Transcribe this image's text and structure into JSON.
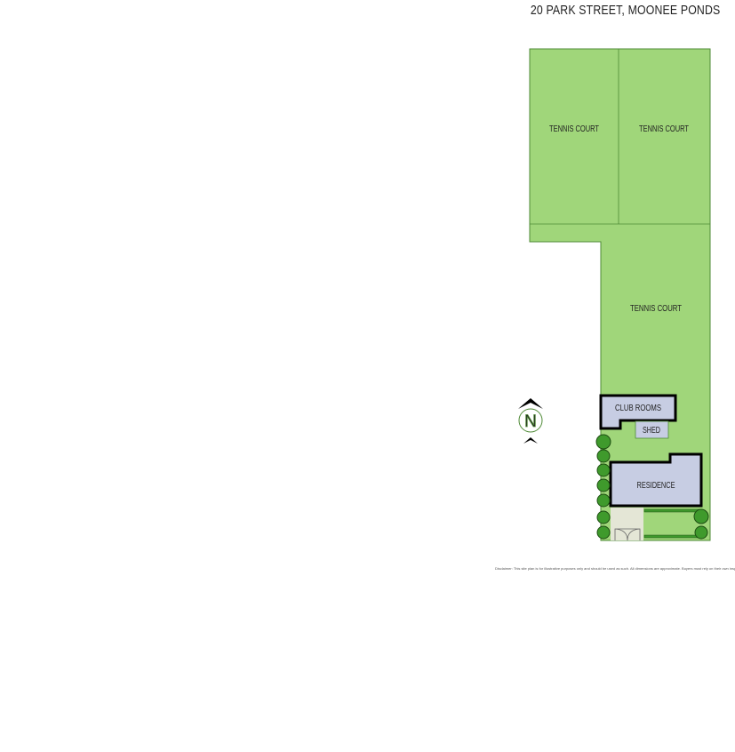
{
  "title": "20 PARK STREET, MOONEE PONDS",
  "labels": {
    "court1": "TENNIS COURT",
    "court2": "TENNIS COURT",
    "court3": "TENNIS COURT",
    "club_rooms": "CLUB ROOMS",
    "shed": "SHED",
    "residence": "RESIDENCE",
    "north": "N"
  },
  "disclaimer": "Disclaimer: This site plan is for illustrative purposes only and should be used as such. All dimensions are approximate. Buyers must rely on their own inspection of the property.",
  "colors": {
    "grass": "#a0d67a",
    "building": "#c7cde3",
    "tree": "#3f9a2c",
    "path": "#e4e6d6"
  }
}
